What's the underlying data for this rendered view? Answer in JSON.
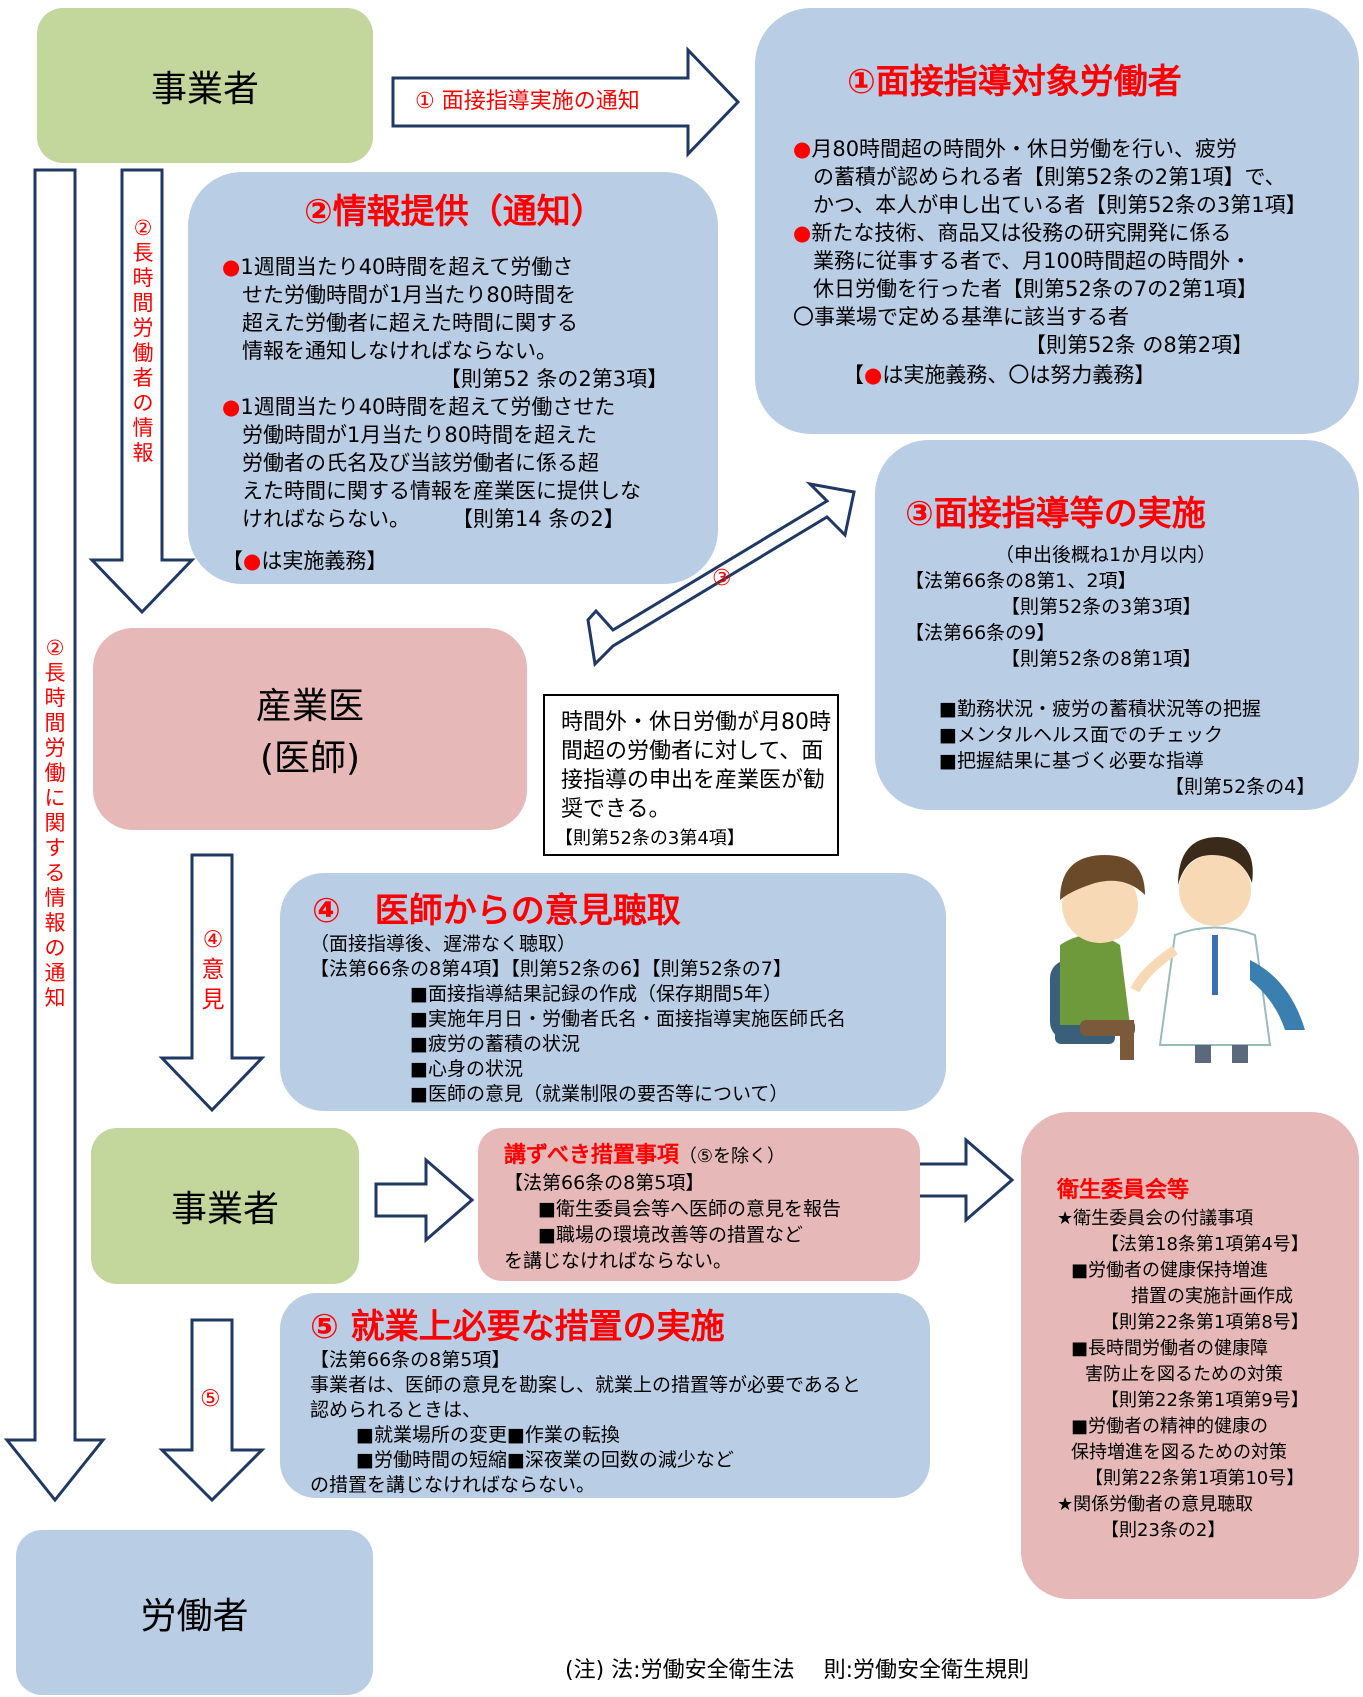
{
  "actors": {
    "employer_top": "事業者",
    "employer_mid": "事業者",
    "doctor_line1": "産業医",
    "doctor_line2": "(医師)",
    "worker": "労働者"
  },
  "arrow_labels": {
    "notify": "① 面接指導実施の通知",
    "info_num": "②",
    "info_vertical": [
      "長",
      "時",
      "間",
      "労",
      "働",
      "者",
      "の",
      "情",
      "報"
    ],
    "left_num": "②",
    "left_vertical": [
      "長",
      "時",
      "間",
      "労",
      "働",
      "に",
      "関",
      "す",
      "る",
      "情",
      "報",
      "の",
      "通",
      "知"
    ],
    "interview_num": "③",
    "opinion_num": "④",
    "opinion_vertical": [
      "意",
      "見"
    ],
    "measures_num": "⑤"
  },
  "box1": {
    "title": "①面接指導対象労働者",
    "lines": [
      {
        "bullet": "●",
        "text": "月80時間超の時間外・休日労働を行い、疲労"
      },
      {
        "bullet": "",
        "text": "の蓄積が認められる者【則第52条の2第1項】で、"
      },
      {
        "bullet": "",
        "text": "かつ、本人が申し出ている者【則第52条の3第1項】"
      },
      {
        "bullet": "●",
        "text": "新たな技術、商品又は役務の研究開発に係る"
      },
      {
        "bullet": "",
        "text": "業務に従事する者で、月100時間超の時間外・"
      },
      {
        "bullet": "",
        "text": "休日労働を行った者【則第52条の7の2第1項】"
      },
      {
        "bullet": "",
        "text": "〇事業場で定める基準に該当する者"
      },
      {
        "bullet": "",
        "text": "【則第52条 の8第2項】"
      }
    ],
    "note_pre": "【",
    "note_bullet": "●",
    "note_post": "は実施義務、〇は努力義務】"
  },
  "box2": {
    "title": "②情報提供（通知）",
    "lines": [
      {
        "bullet": "●",
        "text": "1週間当たり40時間を超えて労働さ"
      },
      {
        "bullet": "",
        "text": "せた労働時間が1月当たり80時間を"
      },
      {
        "bullet": "",
        "text": "超えた労働者に超えた時間に関する"
      },
      {
        "bullet": "",
        "text": "情報を通知しなければならない。"
      },
      {
        "bullet": "",
        "text": "【則第52 条の2第3項】"
      },
      {
        "bullet": "●",
        "text": "1週間当たり40時間を超えて労働させた"
      },
      {
        "bullet": "",
        "text": "労働時間が1月当たり80時間を超えた"
      },
      {
        "bullet": "",
        "text": "労働者の氏名及び当該労働者に係る超"
      },
      {
        "bullet": "",
        "text": "えた時間に関する情報を産業医に提供しな"
      },
      {
        "bullet": "",
        "text": "ければならない。　　　【則第14 条の2】"
      }
    ],
    "note_pre": "【",
    "note_bullet": "●",
    "note_post": "は実施義務】"
  },
  "box3": {
    "title": "③面接指導等の実施",
    "lines": [
      "（申出後概ね1か月以内）",
      "【法第66条の8第1、2項】",
      "【則第52条の3第3項】",
      "【法第66条の9】",
      "【則第52条の8第1項】",
      "■勤務状況・疲労の蓄積状況等の把握",
      "■メンタルヘルス面でのチェック",
      "■把握結果に基づく必要な指導",
      "【則第52条の4】"
    ]
  },
  "callout": {
    "lines": [
      "時間外・休日労働が月80時",
      "間超の労働者に対して、面",
      "接指導の申出を産業医が勧",
      "奨できる。"
    ],
    "ref": "【則第52条の3第4項】"
  },
  "box4": {
    "title": "④　医師からの意見聴取",
    "lines": [
      "（面接指導後、遅滞なく聴取）",
      "【法第66条の8第4項】【則第52条の6】【則第52条の7】",
      "■面接指導結果記録の作成（保存期間5年）",
      "■実施年月日・労働者氏名・面接指導実施医師氏名",
      "■疲労の蓄積の状況",
      "■心身の状況",
      "■医師の意見（就業制限の要否等について）"
    ]
  },
  "measures_box": {
    "title": "講ずべき措置事項",
    "title_suffix": "（⑤を除く）",
    "lines": [
      "【法第66条の8第5項】",
      "■衛生委員会等へ医師の意見を報告",
      "■職場の環境改善等の措置など",
      "を講じなければならない。"
    ]
  },
  "box5": {
    "title": "⑤ 就業上必要な措置の実施",
    "lines": [
      "【法第66条の8第5項】",
      "事業者は、医師の意見を勘案し、就業上の措置等が必要であると",
      "認められるときは、",
      "■就業場所の変更■作業の転換",
      "■労働時間の短縮■深夜業の回数の減少など",
      "の措置を講じなければならない。"
    ]
  },
  "committee": {
    "title": "衛生委員会等",
    "lines": [
      "★衛生委員会の付議事項",
      "【法第18条第1項第4号】",
      "■労働者の健康保持増進",
      "措置の実施計画作成",
      "【則第22条第1項第8号】",
      "■長時間労働者の健康障",
      "害防止を図るための対策",
      "【則第22条第1項第9号】",
      "■労働者の精神的健康の",
      "保持増進を図るための対策",
      "【則第22条第1項第10号】",
      "★関係労働者の意見聴取",
      "【則23条の2】"
    ]
  },
  "footnote": "(注)  法:労働安全衛生法　 則:労働安全衛生規則",
  "colors": {
    "green": "#c3d69b",
    "blue": "#b9cde5",
    "pink": "#e6b9b8",
    "red": "#ff0000",
    "arrow": "#1f3864"
  }
}
